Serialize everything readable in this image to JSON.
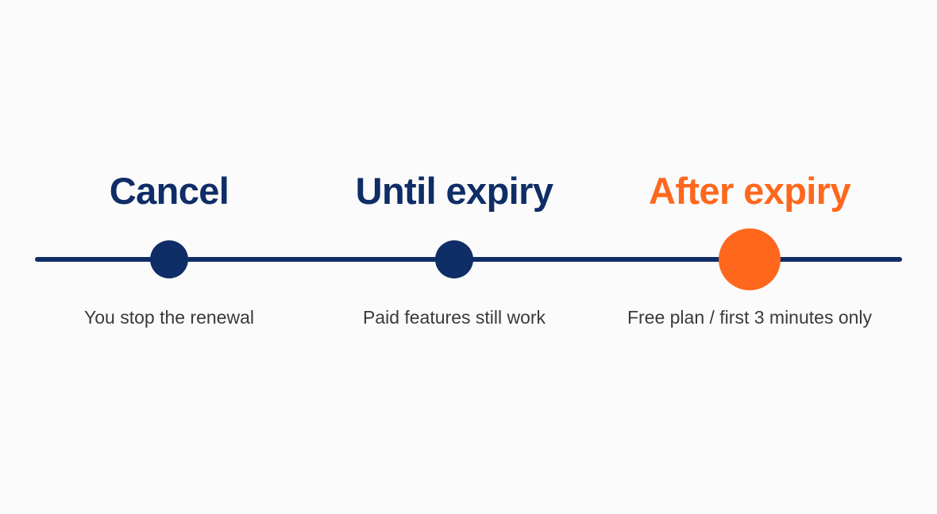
{
  "colors": {
    "primary": "#0f2d66",
    "accent": "#ff671d",
    "text": "#3a3a3a",
    "background": "#fbfbfb"
  },
  "stages": [
    {
      "title": "Cancel",
      "description": "You stop the renewal",
      "highlighted": false
    },
    {
      "title": "Until expiry",
      "description": "Paid features still work",
      "highlighted": false
    },
    {
      "title": "After expiry",
      "description": "Free plan / first 3 minutes only",
      "highlighted": true
    }
  ]
}
